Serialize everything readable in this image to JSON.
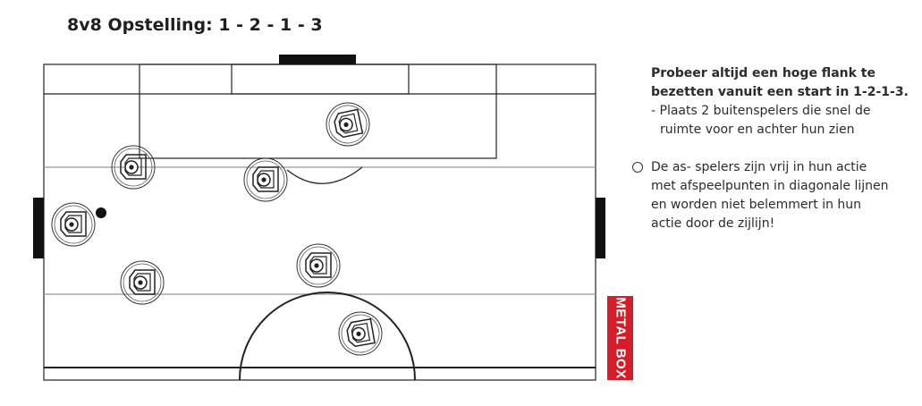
{
  "title": "8v8 Opstelling: 1 - 2 - 1 - 3",
  "formation": "1-2-1-3",
  "player_icon": "player-top-view-icon",
  "player_count": 7,
  "ball_icon": "ball-icon",
  "notes": {
    "lead_line1": "Probeer altijd een hoge flank te",
    "lead_line2": "bezetten vanuit een start in 1-2-1-3.",
    "sub_line1": "- Plaats 2 buitenspelers die snel de",
    "sub_line2": "ruimte voor en achter hun zien",
    "bullet_line1": "De as- spelers zijn vrij in hun actie",
    "bullet_line2": "met afspeelpunten in diagonale lijnen",
    "bullet_line3": "en worden niet belemmert in hun",
    "bullet_line4": "actie door de zijlijn!"
  },
  "brand": {
    "text": "METAL BOX",
    "color": "#d51d29"
  }
}
